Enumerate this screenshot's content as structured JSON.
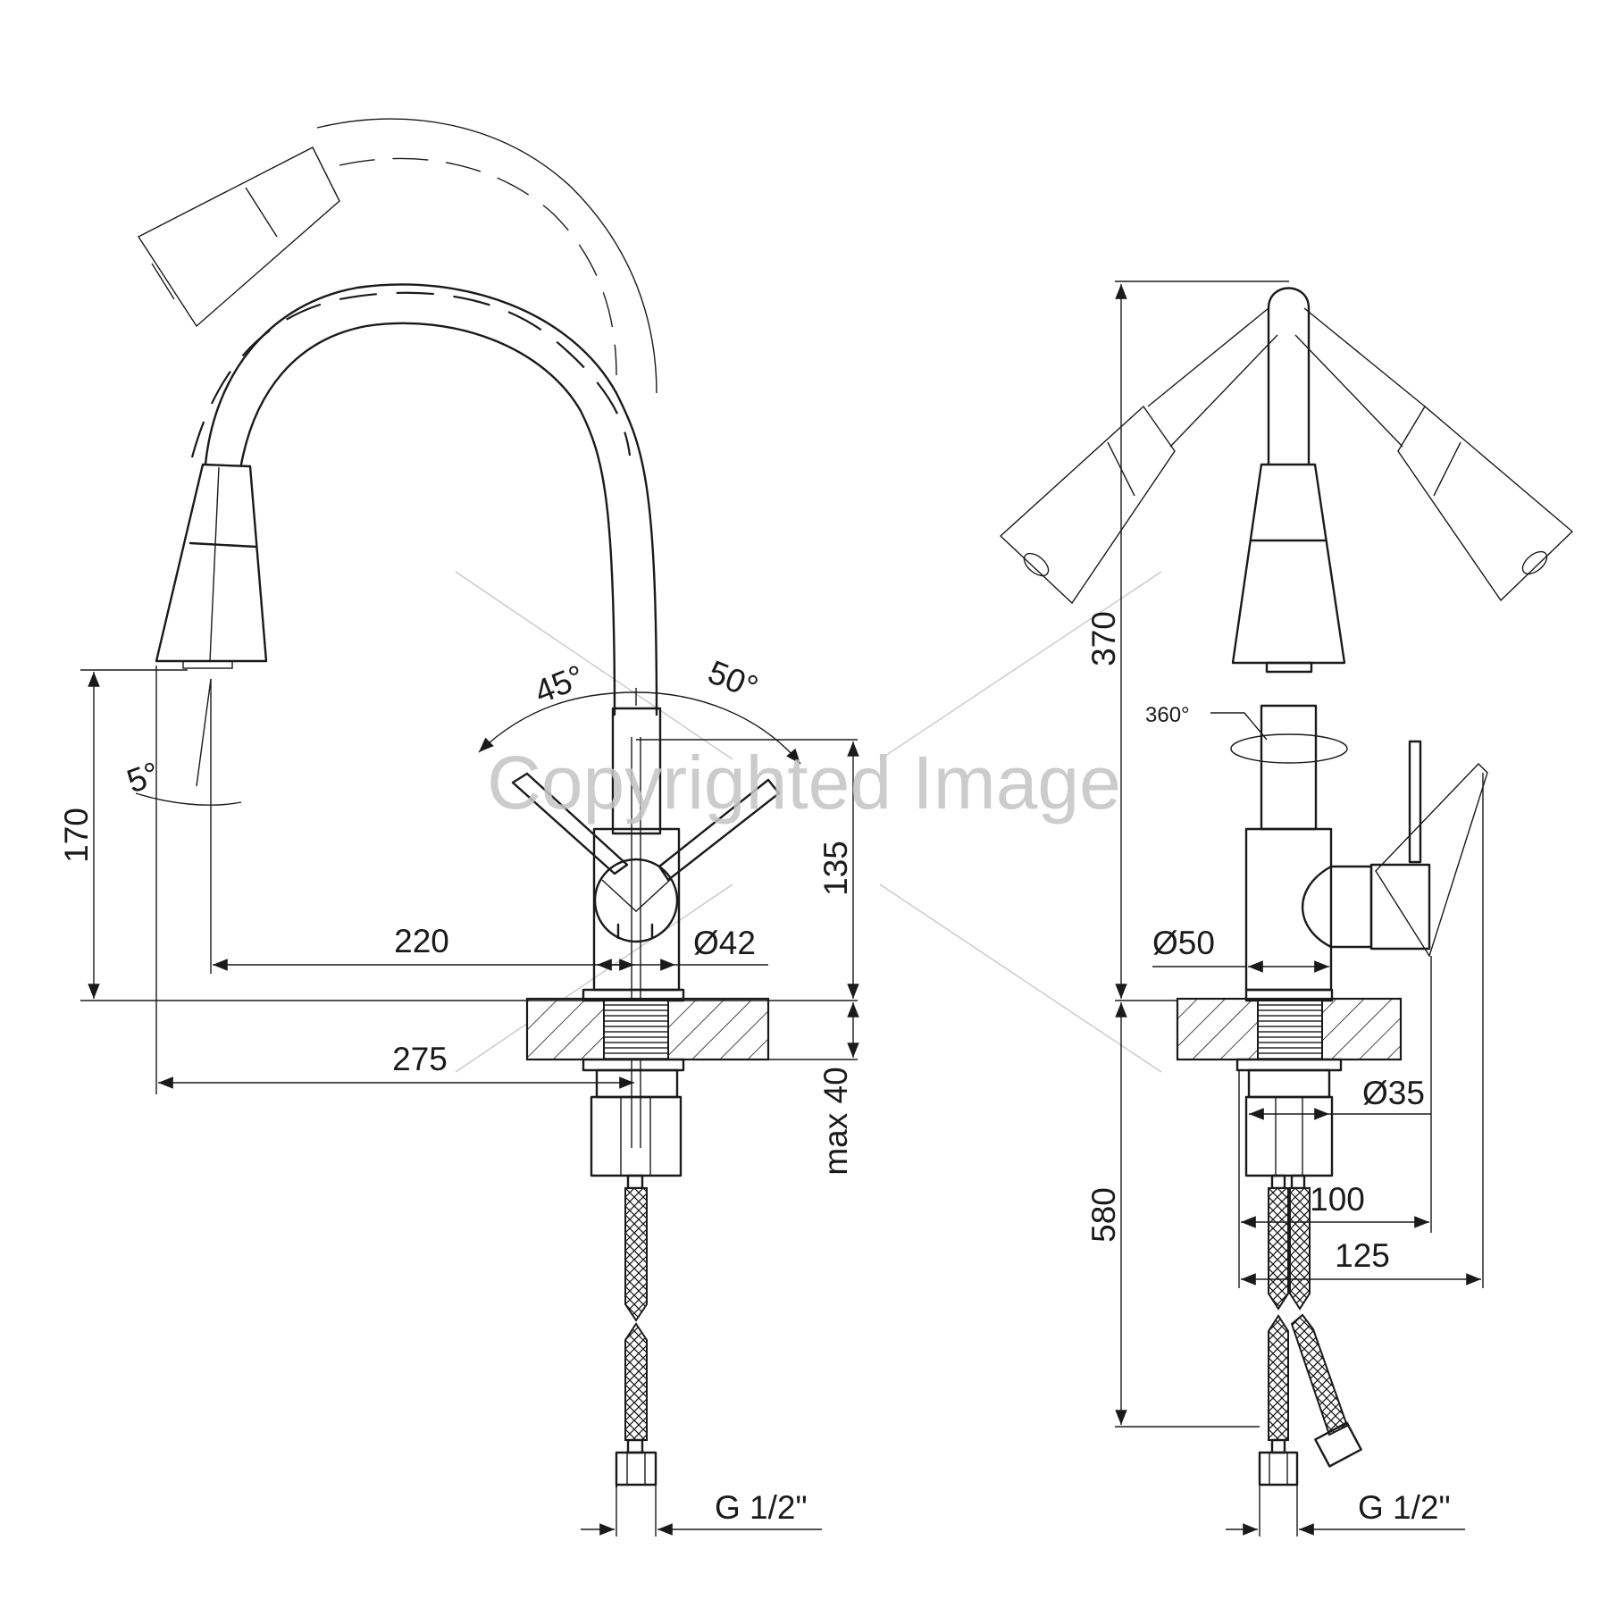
{
  "watermark": "Copyrighted Image",
  "front_view": {
    "angle_left": "45°",
    "angle_right": "50°",
    "angle_tilt": "5°",
    "dim_170": "170",
    "dim_135": "135",
    "dim_220": "220",
    "dim_d42": "Ø42",
    "dim_275": "275",
    "dim_max40": "max 40",
    "dim_g12": "G 1/2\""
  },
  "side_view": {
    "dim_370": "370",
    "rotation": "360°",
    "dim_d50": "Ø50",
    "dim_d35": "Ø35",
    "dim_580": "580",
    "dim_100": "100",
    "dim_125": "125",
    "dim_g12": "G 1/2\""
  }
}
